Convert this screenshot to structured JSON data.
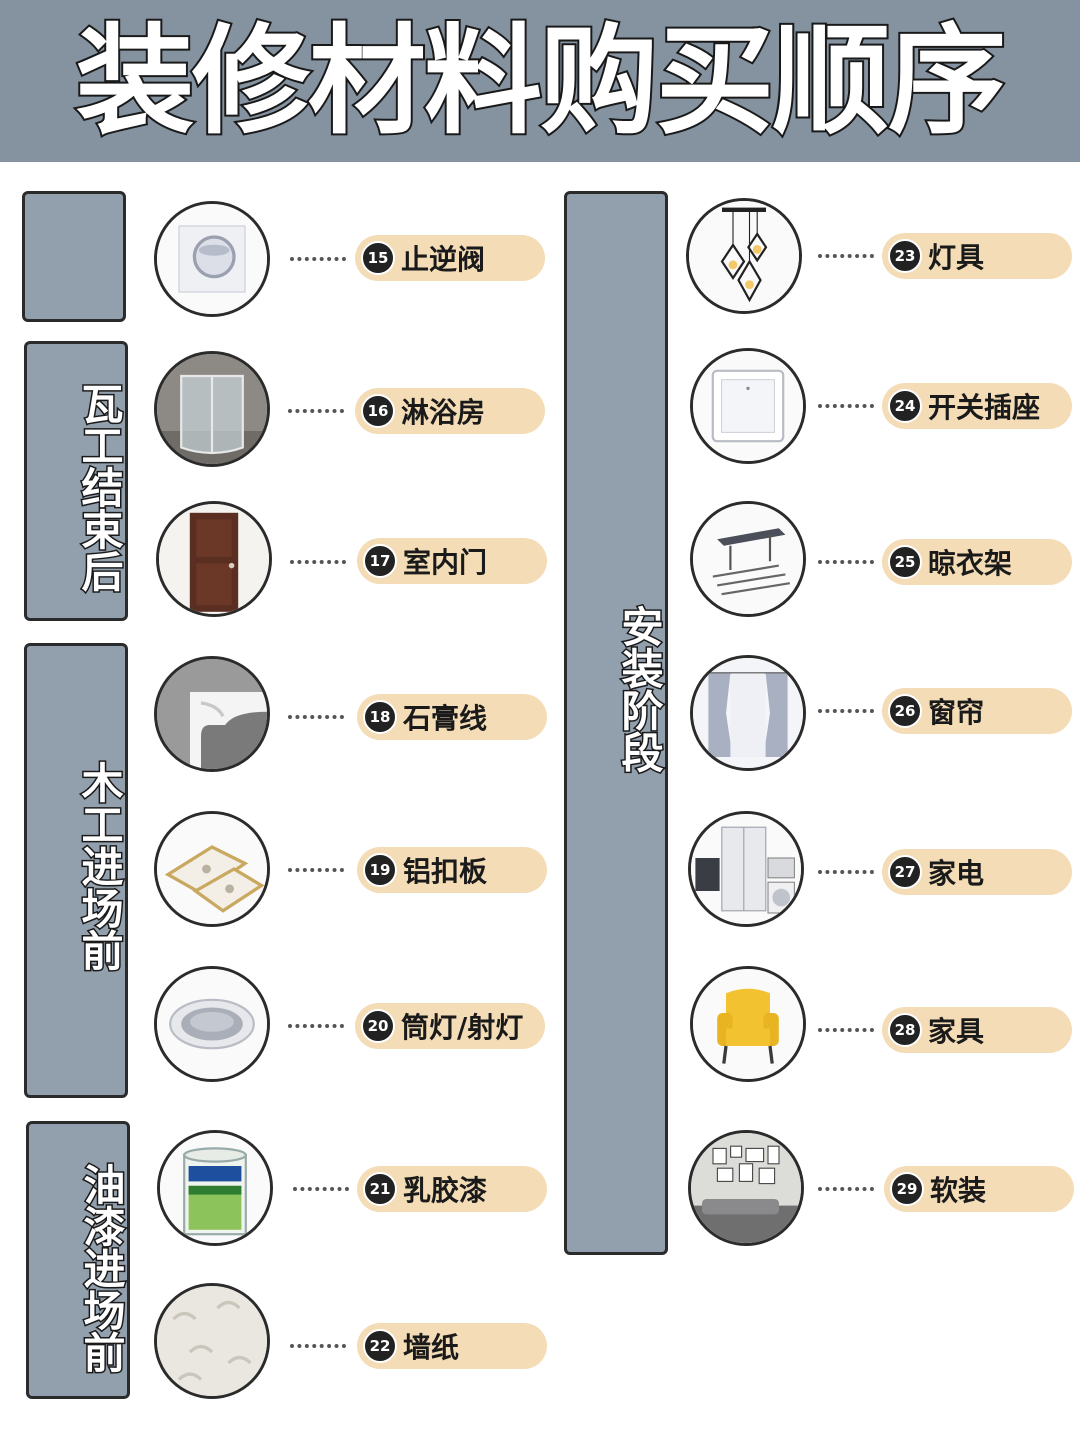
{
  "title": "装修材料购买顺序",
  "stages": {
    "tile_end": "瓦工结束后",
    "carpentry": "木工进场前",
    "paint": "油漆进场前",
    "install": "安装阶段"
  },
  "items": [
    {
      "num": "15",
      "label": "止逆阀",
      "icon": "check-valve-icon"
    },
    {
      "num": "16",
      "label": "淋浴房",
      "icon": "shower-room-icon"
    },
    {
      "num": "17",
      "label": "室内门",
      "icon": "interior-door-icon"
    },
    {
      "num": "18",
      "label": "石膏线",
      "icon": "plaster-molding-icon"
    },
    {
      "num": "19",
      "label": "铝扣板",
      "icon": "aluminum-ceiling-panel-icon"
    },
    {
      "num": "20",
      "label": "筒灯/射灯",
      "icon": "downlight-icon"
    },
    {
      "num": "21",
      "label": "乳胶漆",
      "icon": "latex-paint-bucket-icon"
    },
    {
      "num": "22",
      "label": "墙纸",
      "icon": "wallpaper-icon"
    },
    {
      "num": "23",
      "label": "灯具",
      "icon": "pendant-lamp-icon"
    },
    {
      "num": "24",
      "label": "开关插座",
      "icon": "wall-switch-icon"
    },
    {
      "num": "25",
      "label": "晾衣架",
      "icon": "clothes-drying-rack-icon"
    },
    {
      "num": "26",
      "label": "窗帘",
      "icon": "curtain-icon"
    },
    {
      "num": "27",
      "label": "家电",
      "icon": "home-appliances-icon"
    },
    {
      "num": "28",
      "label": "家具",
      "icon": "armchair-icon"
    },
    {
      "num": "29",
      "label": "软装",
      "icon": "soft-decoration-icon"
    }
  ],
  "colors": {
    "header_bg": "#8593a1",
    "stage_bg": "#929fac",
    "pill_bg": "#f3dcb6"
  }
}
